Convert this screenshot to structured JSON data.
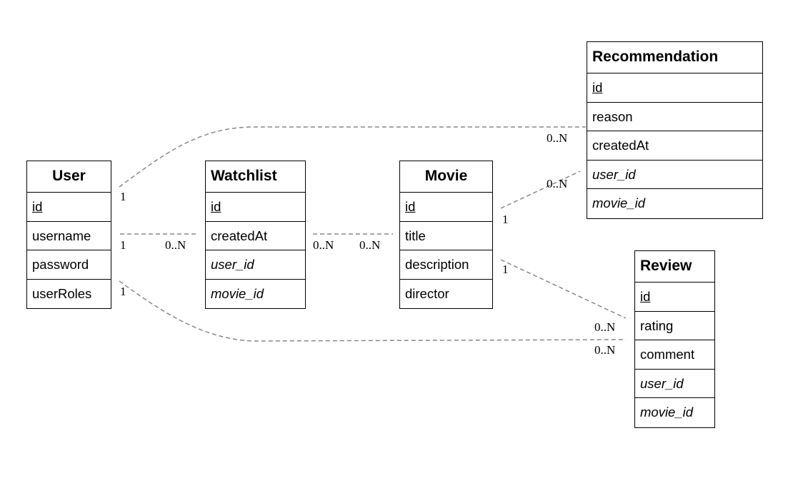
{
  "style": {
    "line_color": "#888888",
    "border_color": "#000000"
  },
  "entities": {
    "user": {
      "title": "User",
      "attributes": [
        "id",
        "username",
        "password",
        "userRoles"
      ]
    },
    "watchlist": {
      "title": "Watchlist",
      "attributes": [
        "id",
        "createdAt",
        "user_id",
        "movie_id"
      ]
    },
    "movie": {
      "title": "Movie",
      "attributes": [
        "id",
        "title",
        "description",
        "director"
      ]
    },
    "recommendation": {
      "title": "Recommendation",
      "attributes": [
        "id",
        "reason",
        "createdAt",
        "user_id",
        "movie_id"
      ]
    },
    "review": {
      "title": "Review",
      "attributes": [
        "id",
        "rating",
        "comment",
        "user_id",
        "movie_id"
      ]
    }
  },
  "relationships": [
    {
      "from": "User",
      "to": "Recommendation",
      "from_card": "1",
      "to_card": "0..N"
    },
    {
      "from": "User",
      "to": "Watchlist",
      "from_card": "1",
      "to_card": "0..N"
    },
    {
      "from": "User",
      "to": "Review",
      "from_card": "1",
      "to_card": "0..N"
    },
    {
      "from": "Watchlist",
      "to": "Movie",
      "from_card": "0..N",
      "to_card": "0..N"
    },
    {
      "from": "Movie",
      "to": "Recommendation",
      "from_card": "1",
      "to_card": "0..N"
    },
    {
      "from": "Movie",
      "to": "Review",
      "from_card": "1",
      "to_card": "0..N"
    }
  ]
}
